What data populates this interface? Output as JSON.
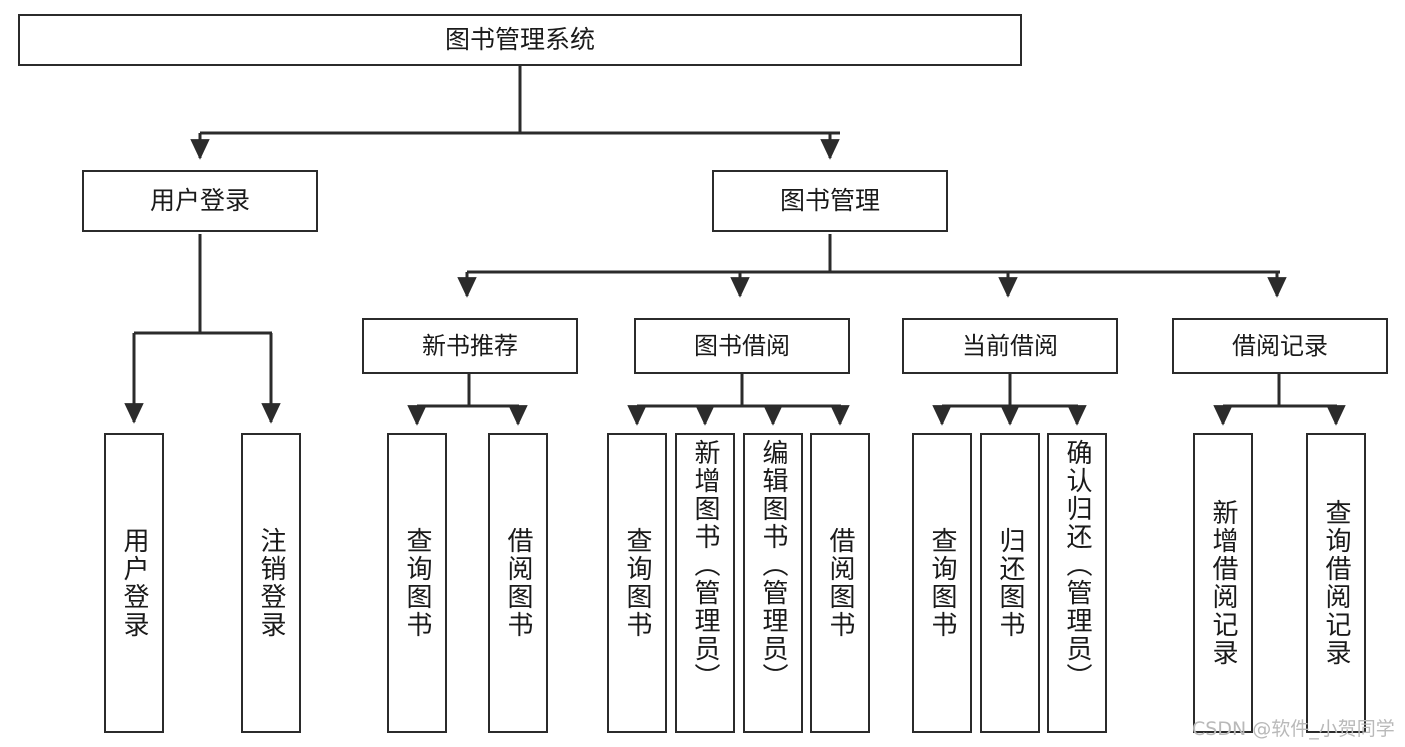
{
  "diagram": {
    "title": "图书管理系统",
    "type": "tree-hierarchy",
    "watermark": "CSDN @软件_小贺同学",
    "colors": {
      "node_border": "#2b2b2b",
      "node_fill": "#ffffff",
      "edge": "#2b2b2b",
      "text": "#1a1a1a",
      "watermark": "#b9b9b9",
      "background": "#ffffff"
    },
    "nodes": {
      "root": {
        "label": "图书管理系统"
      },
      "level2": [
        {
          "id": "user-login",
          "label": "用户登录"
        },
        {
          "id": "book-management",
          "label": "图书管理"
        }
      ],
      "level3": [
        {
          "id": "new-book-recommend",
          "label": "新书推荐"
        },
        {
          "id": "book-borrow",
          "label": "图书借阅"
        },
        {
          "id": "current-borrow",
          "label": "当前借阅"
        },
        {
          "id": "borrow-record",
          "label": "借阅记录"
        }
      ],
      "leaves": {
        "user-login": [
          {
            "id": "leaf-user-login",
            "label": "用户登录"
          },
          {
            "id": "leaf-logout",
            "label": "注销登录"
          }
        ],
        "new-book-recommend": [
          {
            "id": "leaf-query-book-1",
            "label": "查询图书"
          },
          {
            "id": "leaf-borrow-book-1",
            "label": "借阅图书"
          }
        ],
        "book-borrow": [
          {
            "id": "leaf-query-book-2",
            "label": "查询图书"
          },
          {
            "id": "leaf-add-book",
            "label": "新增图书（管理员）"
          },
          {
            "id": "leaf-edit-book",
            "label": "编辑图书（管理员）"
          },
          {
            "id": "leaf-borrow-book-2",
            "label": "借阅图书"
          }
        ],
        "current-borrow": [
          {
            "id": "leaf-query-book-3",
            "label": "查询图书"
          },
          {
            "id": "leaf-return-book",
            "label": "归还图书"
          },
          {
            "id": "leaf-confirm-return",
            "label": "确认归还（管理员）"
          }
        ],
        "borrow-record": [
          {
            "id": "leaf-add-record",
            "label": "新增借阅记录"
          },
          {
            "id": "leaf-query-record",
            "label": "查询借阅记录"
          }
        ]
      }
    }
  }
}
